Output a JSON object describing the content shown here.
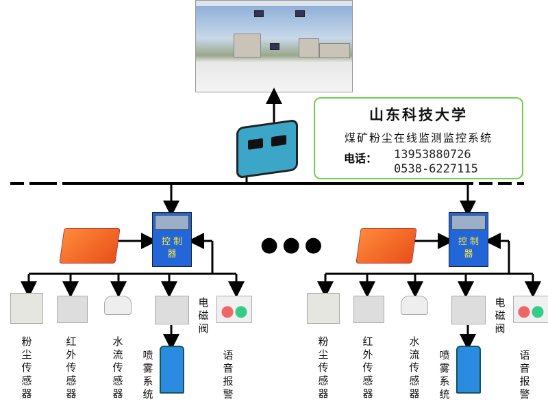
{
  "info": {
    "university": "山东科技大学",
    "system": "煤矿粉尘在线监测监控系统",
    "phone_label": "电话：",
    "phone1": "13953880726",
    "phone2": "0538-6227115"
  },
  "controller_label": "控 制 器",
  "ellipsis": "●●●",
  "devices": [
    {
      "name": "dust-sensor",
      "label": "粉尘传感器"
    },
    {
      "name": "infrared-sensor",
      "label": "红外传感器"
    },
    {
      "name": "water-flow-sensor",
      "label": "水流传感器"
    },
    {
      "name": "solenoid-valve",
      "label": "电磁阀"
    },
    {
      "name": "spray-system",
      "label": "喷雾系统"
    },
    {
      "name": "voice-alarm",
      "label": "语音报警"
    }
  ],
  "colors": {
    "controller": "#2366d8",
    "controller_text": "#ffea3a",
    "box_border": "#6fd04a",
    "gateway": "#3ba6c8",
    "power_box": "#e8501a"
  }
}
